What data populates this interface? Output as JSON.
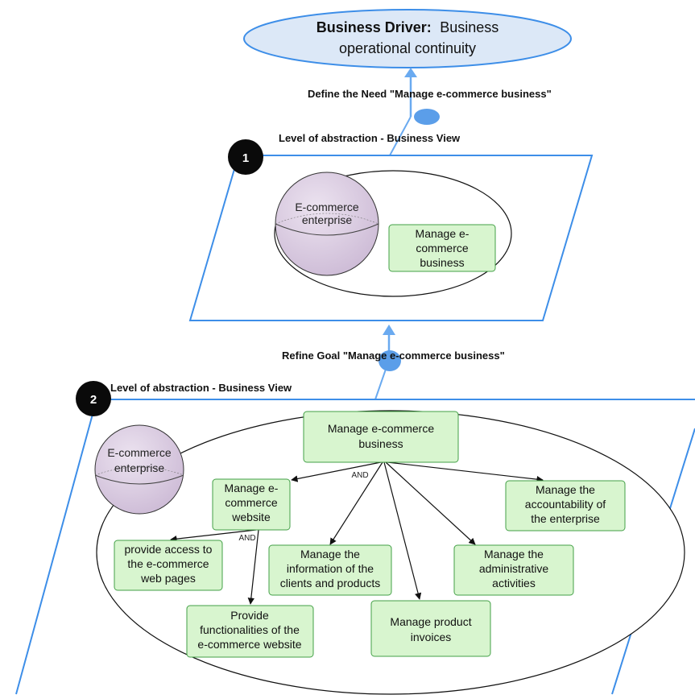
{
  "colors": {
    "plane_border": "#3d8ee8",
    "connector": "#6aaaf0",
    "goal_fill": "#d8f5cf",
    "goal_border": "#43a047",
    "sphere_fill": "#ddcfe3",
    "driver_fill": "#dce8f7",
    "badge_fill": "#0a0a0a"
  },
  "driver": {
    "label": "Business Driver:",
    "text_line1": "Business",
    "text_line2": "operational continuity"
  },
  "connector_top": {
    "label": "Define the Need \"Manage e-commerce business\""
  },
  "connector_mid": {
    "label": "Refine Goal \"Manage e-commerce business\""
  },
  "level1": {
    "badge": "1",
    "title": "Level of abstraction - Business View",
    "entity": {
      "line1": "E-commerce",
      "line2": "enterprise"
    },
    "goal": {
      "lines": [
        "Manage e-",
        "commerce",
        "business"
      ]
    }
  },
  "level2": {
    "badge": "2",
    "title": "Level of abstraction - Business View",
    "entity": {
      "line1": "E-commerce",
      "line2": "enterprise"
    },
    "root_goal": {
      "lines": [
        "Manage e-commerce",
        "business"
      ]
    },
    "and_root": "AND",
    "and_website": "AND",
    "goals": {
      "website": {
        "lines": [
          "Manage e-",
          "commerce",
          "website"
        ]
      },
      "information": {
        "lines": [
          "Manage the",
          "information of the",
          "clients and products"
        ]
      },
      "invoices": {
        "lines": [
          "Manage product",
          "invoices"
        ]
      },
      "administrative": {
        "lines": [
          "Manage the",
          "administrative",
          "activities"
        ]
      },
      "accountability": {
        "lines": [
          "Manage the",
          "accountability of",
          "the enterprise"
        ]
      },
      "access": {
        "lines": [
          "provide access to",
          "the e-commerce",
          "web pages"
        ]
      },
      "functionalities": {
        "lines": [
          "Provide",
          "functionalities of the",
          "e-commerce website"
        ]
      }
    }
  }
}
